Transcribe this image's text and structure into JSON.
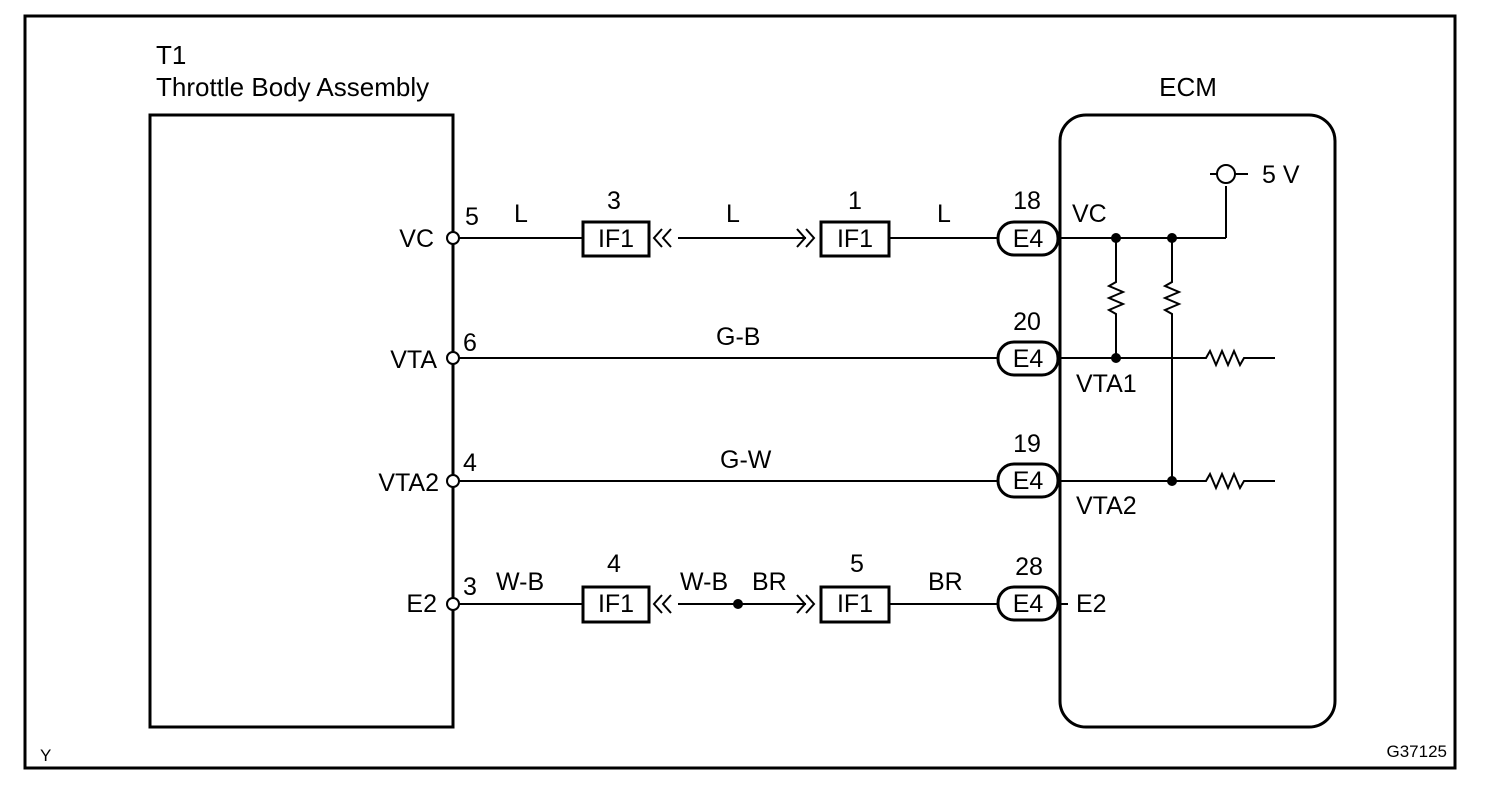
{
  "component": {
    "id": "T1",
    "name": "Throttle Body Assembly",
    "pins": [
      {
        "name": "VC",
        "num": "5"
      },
      {
        "name": "VTA",
        "num": "6"
      },
      {
        "name": "VTA2",
        "num": "4"
      },
      {
        "name": "E2",
        "num": "3"
      }
    ]
  },
  "ecm": {
    "title": "ECM",
    "supply": "5 V",
    "terminals": [
      {
        "connector": "E4",
        "num": "18",
        "label": "VC"
      },
      {
        "connector": "E4",
        "num": "20",
        "label": "VTA1"
      },
      {
        "connector": "E4",
        "num": "19",
        "label": "VTA2"
      },
      {
        "connector": "E4",
        "num": "28",
        "label": "E2"
      }
    ]
  },
  "wires": {
    "vc": {
      "c1": "L",
      "c2": "L",
      "c3": "L"
    },
    "vta": "G-B",
    "vta2": "G-W",
    "e2": {
      "c1": "W-B",
      "c2": "W-B",
      "c3": "BR",
      "c4": "BR"
    }
  },
  "junctions": [
    {
      "connector": "IF1",
      "num": "3"
    },
    {
      "connector": "IF1",
      "num": "1"
    },
    {
      "connector": "IF1",
      "num": "4"
    },
    {
      "connector": "IF1",
      "num": "5"
    }
  ],
  "corner_left": "Y",
  "code": "G37125"
}
